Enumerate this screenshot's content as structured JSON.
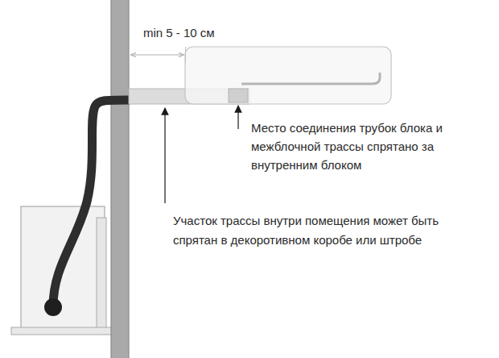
{
  "diagram": {
    "labels": [
      "min 5 - 10 см",
      "Место соединения трубок блока и межблочной трассы спрятано за внутренним блоком",
      "Участок трассы внутри помещения может быть спрятан в декоротивном коробе или штробе"
    ]
  }
}
